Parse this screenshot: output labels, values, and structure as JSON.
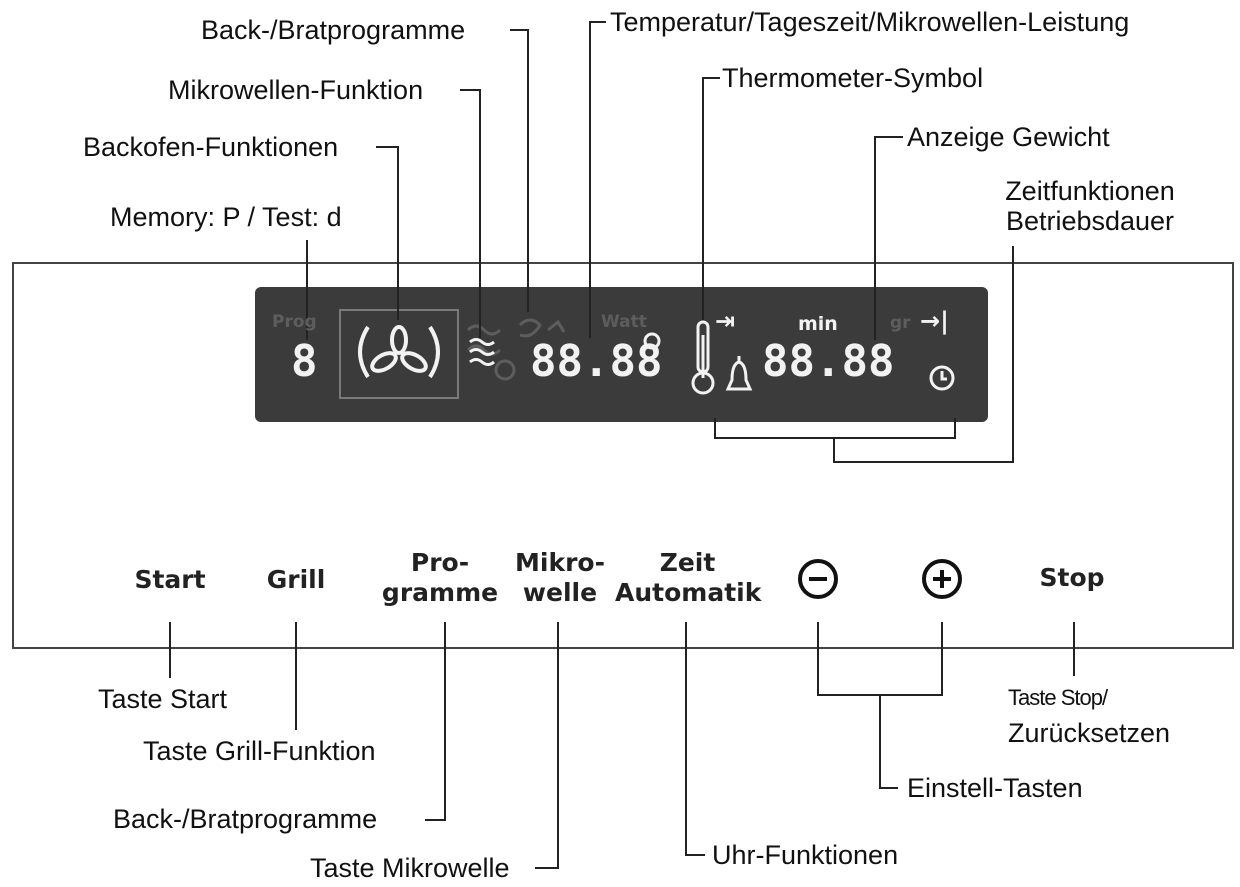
{
  "top_labels": {
    "back_brat": "Back-/Bratprogramme",
    "mikrowellen_funktion": "Mikrowellen-Funktion",
    "backofen_funktionen": "Backofen-Funktionen",
    "memory_test": "Memory: P / Test: d",
    "temperatur": "Temperatur/Tageszeit/Mikrowellen-Leistung",
    "thermometer": "Thermometer-Symbol",
    "anzeige_gewicht": "Anzeige Gewicht",
    "zeitfunktionen_1": "Zeitfunktionen",
    "zeitfunktionen_2": "Betriebsdauer"
  },
  "display": {
    "digit_single": "8",
    "digits_left": "88.88",
    "digits_right": "88.88",
    "prog": "Prog",
    "watt": "Watt",
    "min": "min",
    "gr": "gr",
    "end_arrow_left": "⇥",
    "end_arrow_right": "→|"
  },
  "buttons": {
    "start": "Start",
    "grill": "Grill",
    "programme_1": "Pro-",
    "programme_2": "gramme",
    "mikro_1": "Mikro-",
    "mikro_2": "welle",
    "zeit_1": "Zeit",
    "zeit_2": "Automatik",
    "stop": "Stop"
  },
  "bottom_labels": {
    "taste_start": "Taste Start",
    "taste_grill": "Taste Grill-Funktion",
    "back_brat": "Back-/Bratprogramme",
    "taste_mikro": "Taste Mikrowelle",
    "uhr": "Uhr-Funktionen",
    "einstell": "Einstell-Tasten",
    "stop_1": "Taste Stop/",
    "stop_2": "Zurücksetzen"
  }
}
